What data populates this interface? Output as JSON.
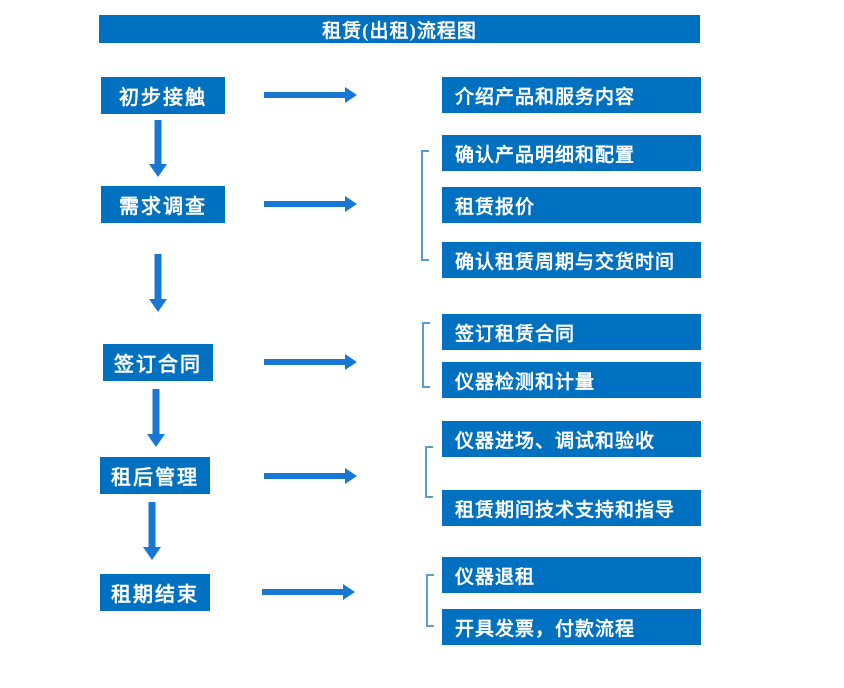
{
  "title": "租赁(出租)流程图",
  "steps": [
    {
      "label": "初步接触",
      "details": [
        "介绍产品和服务内容"
      ]
    },
    {
      "label": "需求调查",
      "details": [
        "确认产品明细和配置",
        "租赁报价",
        "确认租赁周期与交货时间"
      ]
    },
    {
      "label": "签订合同",
      "details": [
        "签订租赁合同",
        "仪器检测和计量"
      ]
    },
    {
      "label": "租后管理",
      "details": [
        "仪器进场、调试和验收",
        "租赁期间技术支持和指导"
      ]
    },
    {
      "label": "租期结束",
      "details": [
        "仪器退租",
        "开具发票，付款流程"
      ]
    }
  ],
  "colors": {
    "box": "#0070C0",
    "arrow": "#1777D2",
    "bracket": "#5B9BD5",
    "text": "#FFFFFF"
  }
}
